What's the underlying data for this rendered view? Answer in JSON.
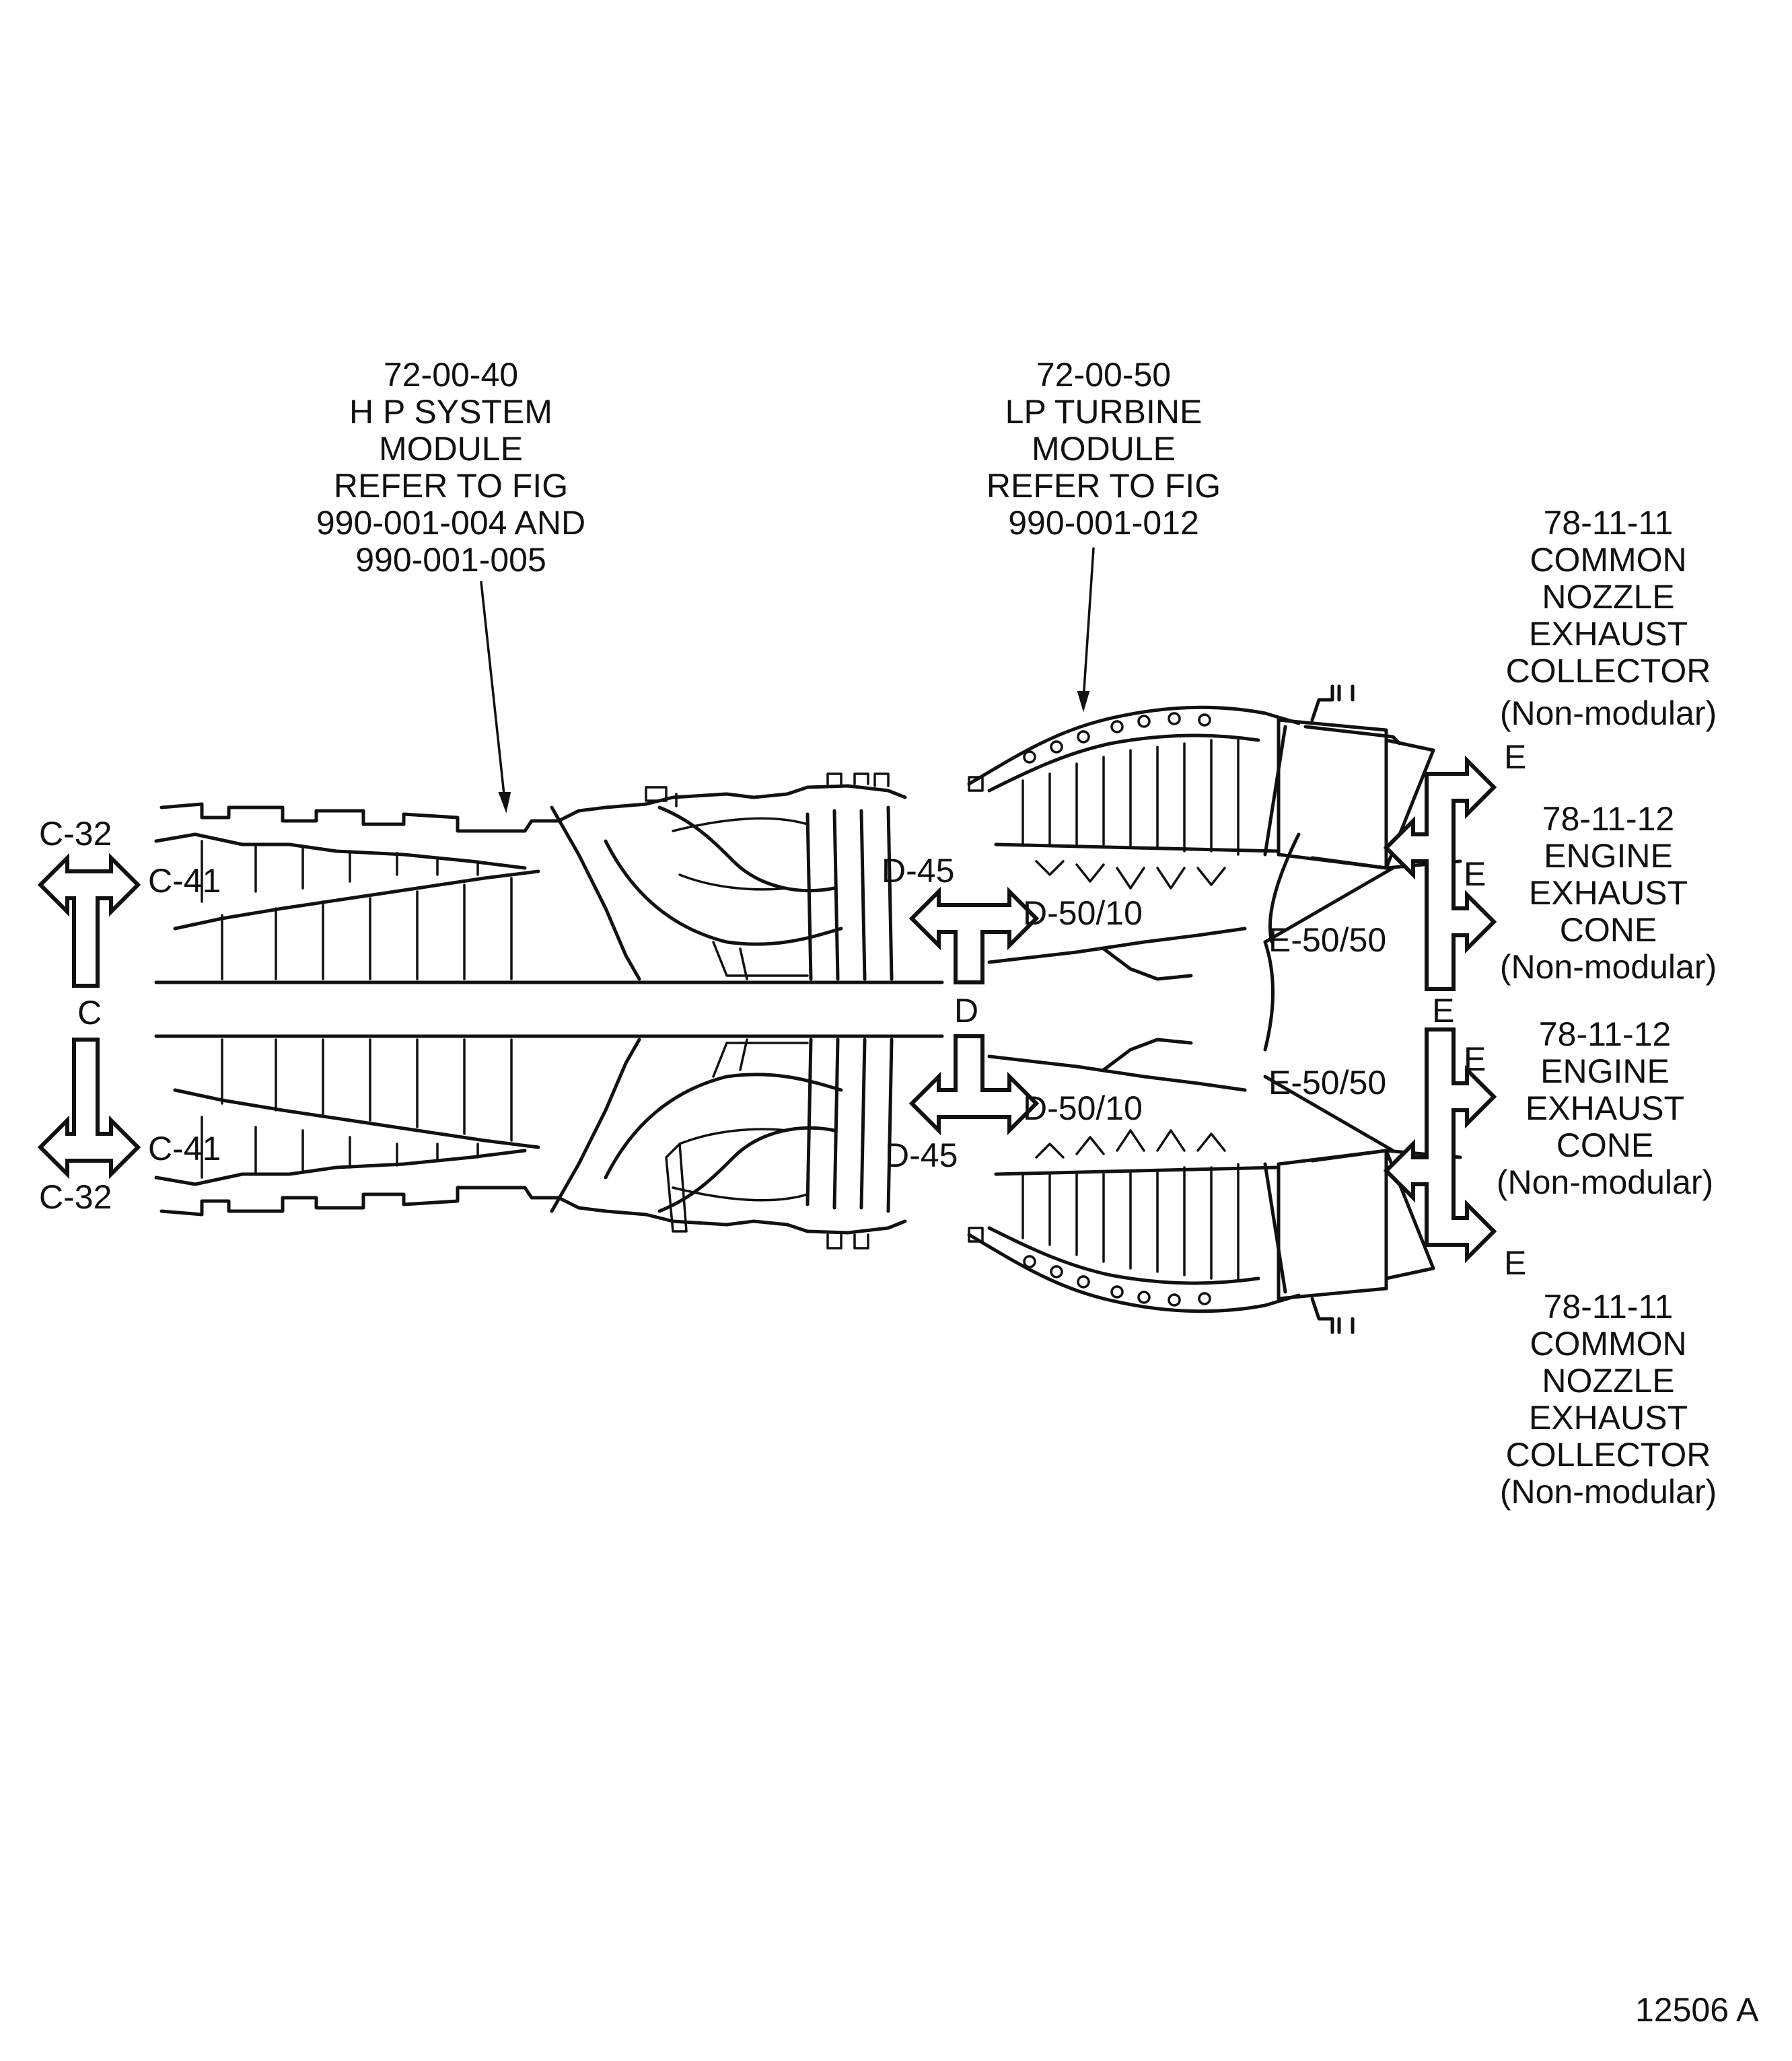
{
  "callouts": {
    "hp_module": [
      "72-00-40",
      "H P SYSTEM",
      "MODULE",
      "REFER TO FIG",
      "990-001-004  AND",
      "990-001-005"
    ],
    "lp_module": [
      "72-00-50",
      "LP TURBINE",
      "MODULE",
      "REFER TO FIG",
      "990-001-012"
    ],
    "nozzle_top": [
      "78-11-11",
      "COMMON",
      "NOZZLE",
      "EXHAUST",
      "COLLECTOR",
      "(Non-modular)"
    ],
    "cone_top": [
      "78-11-12",
      "ENGINE",
      "EXHAUST",
      "CONE",
      "(Non-modular)"
    ],
    "cone_bottom": [
      "78-11-12",
      "ENGINE",
      "EXHAUST",
      "CONE",
      "(Non-modular)"
    ],
    "nozzle_bottom": [
      "78-11-11",
      "COMMON",
      "NOZZLE",
      "EXHAUST",
      "COLLECTOR",
      "(Non-modular)"
    ]
  },
  "labels": {
    "c32_top": "C-32",
    "c41_top": "C-41",
    "c": "C",
    "c41_bottom": "C-41",
    "c32_bottom": "C-32",
    "d45_top": "D-45",
    "d5010_top": "D-50/10",
    "d": "D",
    "d5010_bottom": "D-50/10",
    "d45_bottom": "D-45",
    "e5050_top": "E-50/50",
    "e5050_bottom": "E-50/50",
    "e_top_right": "E",
    "e_mid_upper": "E",
    "e_center": "E",
    "e_mid_lower": "E",
    "e_bottom_right": "E"
  },
  "figure_number": "12506 A"
}
